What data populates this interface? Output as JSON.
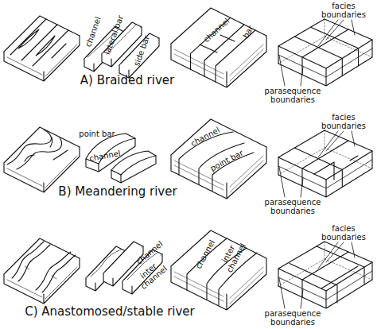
{
  "diagram": {
    "labels": [
      "channel",
      "lateral bar",
      "side bar",
      "A) Braided river",
      "channel",
      "bar",
      "facies boundaries",
      "parasequence boundaries",
      "point bar",
      "channel",
      "B) Meandering river",
      "channel",
      "point bar",
      "facies boundaries",
      "parasequence boundaries",
      "channel",
      "inter channel",
      "C) Anastomosed/stable river",
      "channel",
      "inter channel",
      "facies boundaries",
      "parasequence boundaries"
    ]
  }
}
